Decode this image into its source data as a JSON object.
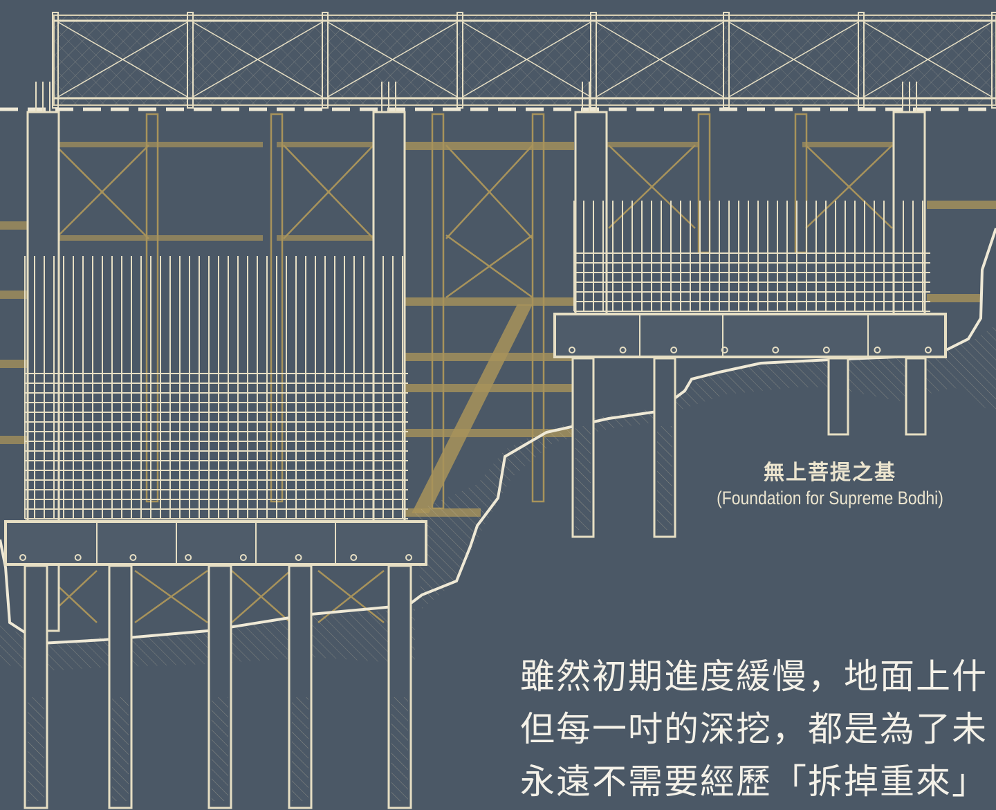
{
  "colors": {
    "background": "#4b5866",
    "line_cream": "#e7dfc4",
    "line_tan": "#a8935b",
    "text": "#f4f1e8"
  },
  "labels": {
    "foundation_title": "無上菩提之基",
    "foundation_subtitle": "(Foundation for Supreme Bodhi)"
  },
  "caption": {
    "lines": [
      "雖然初期進度緩慢，地面上什",
      "但每一吋的深挖，都是為了未",
      "永遠不需要經歷「拆掉重來」"
    ]
  },
  "icons": [
    "blueprint-foundation-drawing",
    "chain-link-fence-icon",
    "rebar-grid-icon",
    "pile-icon"
  ]
}
